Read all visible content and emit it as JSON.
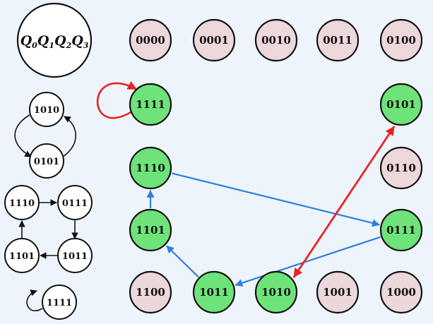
{
  "legend_label": {
    "q0": "Q",
    "s0": "0",
    "q1": "Q",
    "s1": "1",
    "q2": "Q",
    "s2": "2",
    "q3": "Q",
    "s3": "3"
  },
  "grid_states": [
    {
      "id": "0000",
      "label": "0000",
      "active": false
    },
    {
      "id": "0001",
      "label": "0001",
      "active": false
    },
    {
      "id": "0010",
      "label": "0010",
      "active": false
    },
    {
      "id": "0011",
      "label": "0011",
      "active": false
    },
    {
      "id": "0100",
      "label": "0100",
      "active": false
    },
    {
      "id": "1111",
      "label": "1111",
      "active": true
    },
    {
      "id": "0101",
      "label": "0101",
      "active": true
    },
    {
      "id": "1110",
      "label": "1110",
      "active": true
    },
    {
      "id": "0110",
      "label": "0110",
      "active": false
    },
    {
      "id": "1101",
      "label": "1101",
      "active": true
    },
    {
      "id": "0111",
      "label": "0111",
      "active": true
    },
    {
      "id": "1100",
      "label": "1100",
      "active": false
    },
    {
      "id": "1011",
      "label": "1011",
      "active": true
    },
    {
      "id": "1010",
      "label": "1010",
      "active": true
    },
    {
      "id": "1001",
      "label": "1001",
      "active": false
    },
    {
      "id": "1000",
      "label": "1000",
      "active": false
    }
  ],
  "left_states": {
    "s1010": "1010",
    "s0101": "0101",
    "s1110": "1110",
    "s0111": "0111",
    "s1101": "1101",
    "s1011": "1011",
    "s1111": "1111"
  },
  "transitions": [
    {
      "from": "1110",
      "to": "0111",
      "color": "blue"
    },
    {
      "from": "0111",
      "to": "1011",
      "color": "blue"
    },
    {
      "from": "1011",
      "to": "1101",
      "color": "blue"
    },
    {
      "from": "1101",
      "to": "1110",
      "color": "blue"
    },
    {
      "from": "1010",
      "to": "0101",
      "color": "red"
    },
    {
      "from": "0101",
      "to": "1010",
      "color": "red"
    },
    {
      "from": "1111",
      "to": "1111",
      "color": "red"
    }
  ],
  "colors": {
    "active_fill": "#6ee37a",
    "inactive_fill": "#ecd7da",
    "blue_arrow": "#2f7fe0",
    "red_arrow": "#e82222",
    "background": "#eef4fb"
  }
}
